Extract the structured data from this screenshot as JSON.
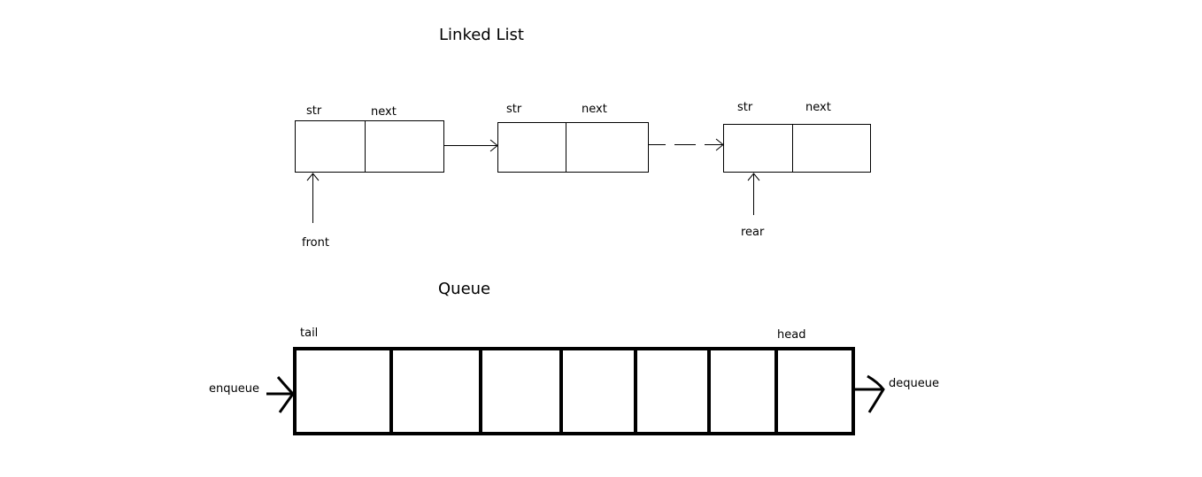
{
  "linked_list": {
    "title": "Linked List",
    "nodes": [
      {
        "field1": "str",
        "field2": "next"
      },
      {
        "field1": "str",
        "field2": "next"
      },
      {
        "field1": "str",
        "field2": "next"
      }
    ],
    "front_label": "front",
    "rear_label": "rear"
  },
  "queue": {
    "title": "Queue",
    "tail_label": "tail",
    "head_label": "head",
    "enqueue_label": "enqueue",
    "dequeue_label": "dequeue",
    "cell_count": 7
  }
}
